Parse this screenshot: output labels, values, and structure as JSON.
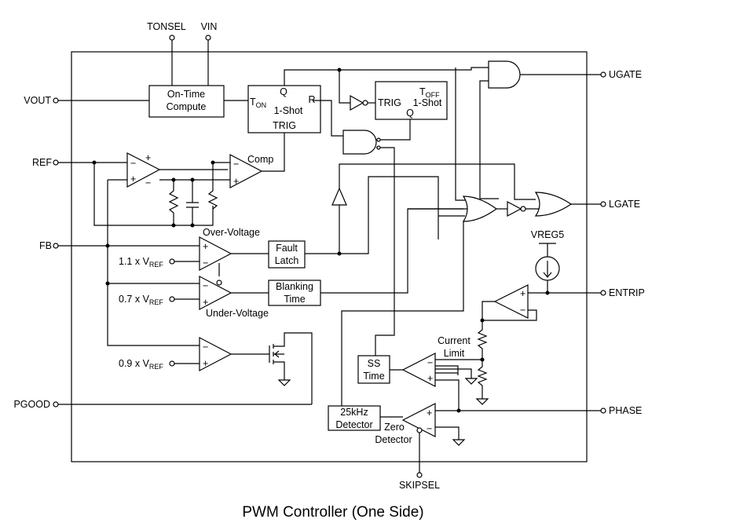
{
  "caption": "PWM Controller (One Side)",
  "pins": {
    "tonsel": "TONSEL",
    "vin": "VIN",
    "vout": "VOUT",
    "ref": "REF",
    "fb": "FB",
    "pgood": "PGOOD",
    "ugate": "UGATE",
    "lgate": "LGATE",
    "entrip": "ENTRIP",
    "phase": "PHASE",
    "skipsel": "SKIPSEL",
    "vreg5": "VREG5"
  },
  "blocks": {
    "ontime_line1": "On-Time",
    "ontime_line2": "Compute",
    "ton_main": "T",
    "ton_sub": "ON",
    "oneshot": "1-Shot",
    "q": "Q",
    "r": "R",
    "trig": "TRIG",
    "toff_main": "T",
    "toff_sub": "OFF",
    "toff_trig": "TRIG",
    "toff_oneshot": "1-Shot",
    "toff_q": "Q",
    "comp": "Comp",
    "fault_line1": "Fault",
    "fault_line2": "Latch",
    "blank_line1": "Blanking",
    "blank_line2": "Time",
    "ss_line1": "SS",
    "ss_line2": "Time",
    "det_line1": "25kHz",
    "det_line2": "Detector",
    "zero_line1": "Zero",
    "zero_line2": "Detector",
    "current_line1": "Current",
    "current_line2": "Limit",
    "overvoltage": "Over-Voltage",
    "undervoltage": "Under-Voltage"
  },
  "refs": {
    "ov_prefix": "1.1 x V",
    "uv_prefix": "0.7 x V",
    "pg_prefix": "0.9 x V",
    "sub": "REF"
  },
  "signs": {
    "plus": "+",
    "minus": "−"
  }
}
